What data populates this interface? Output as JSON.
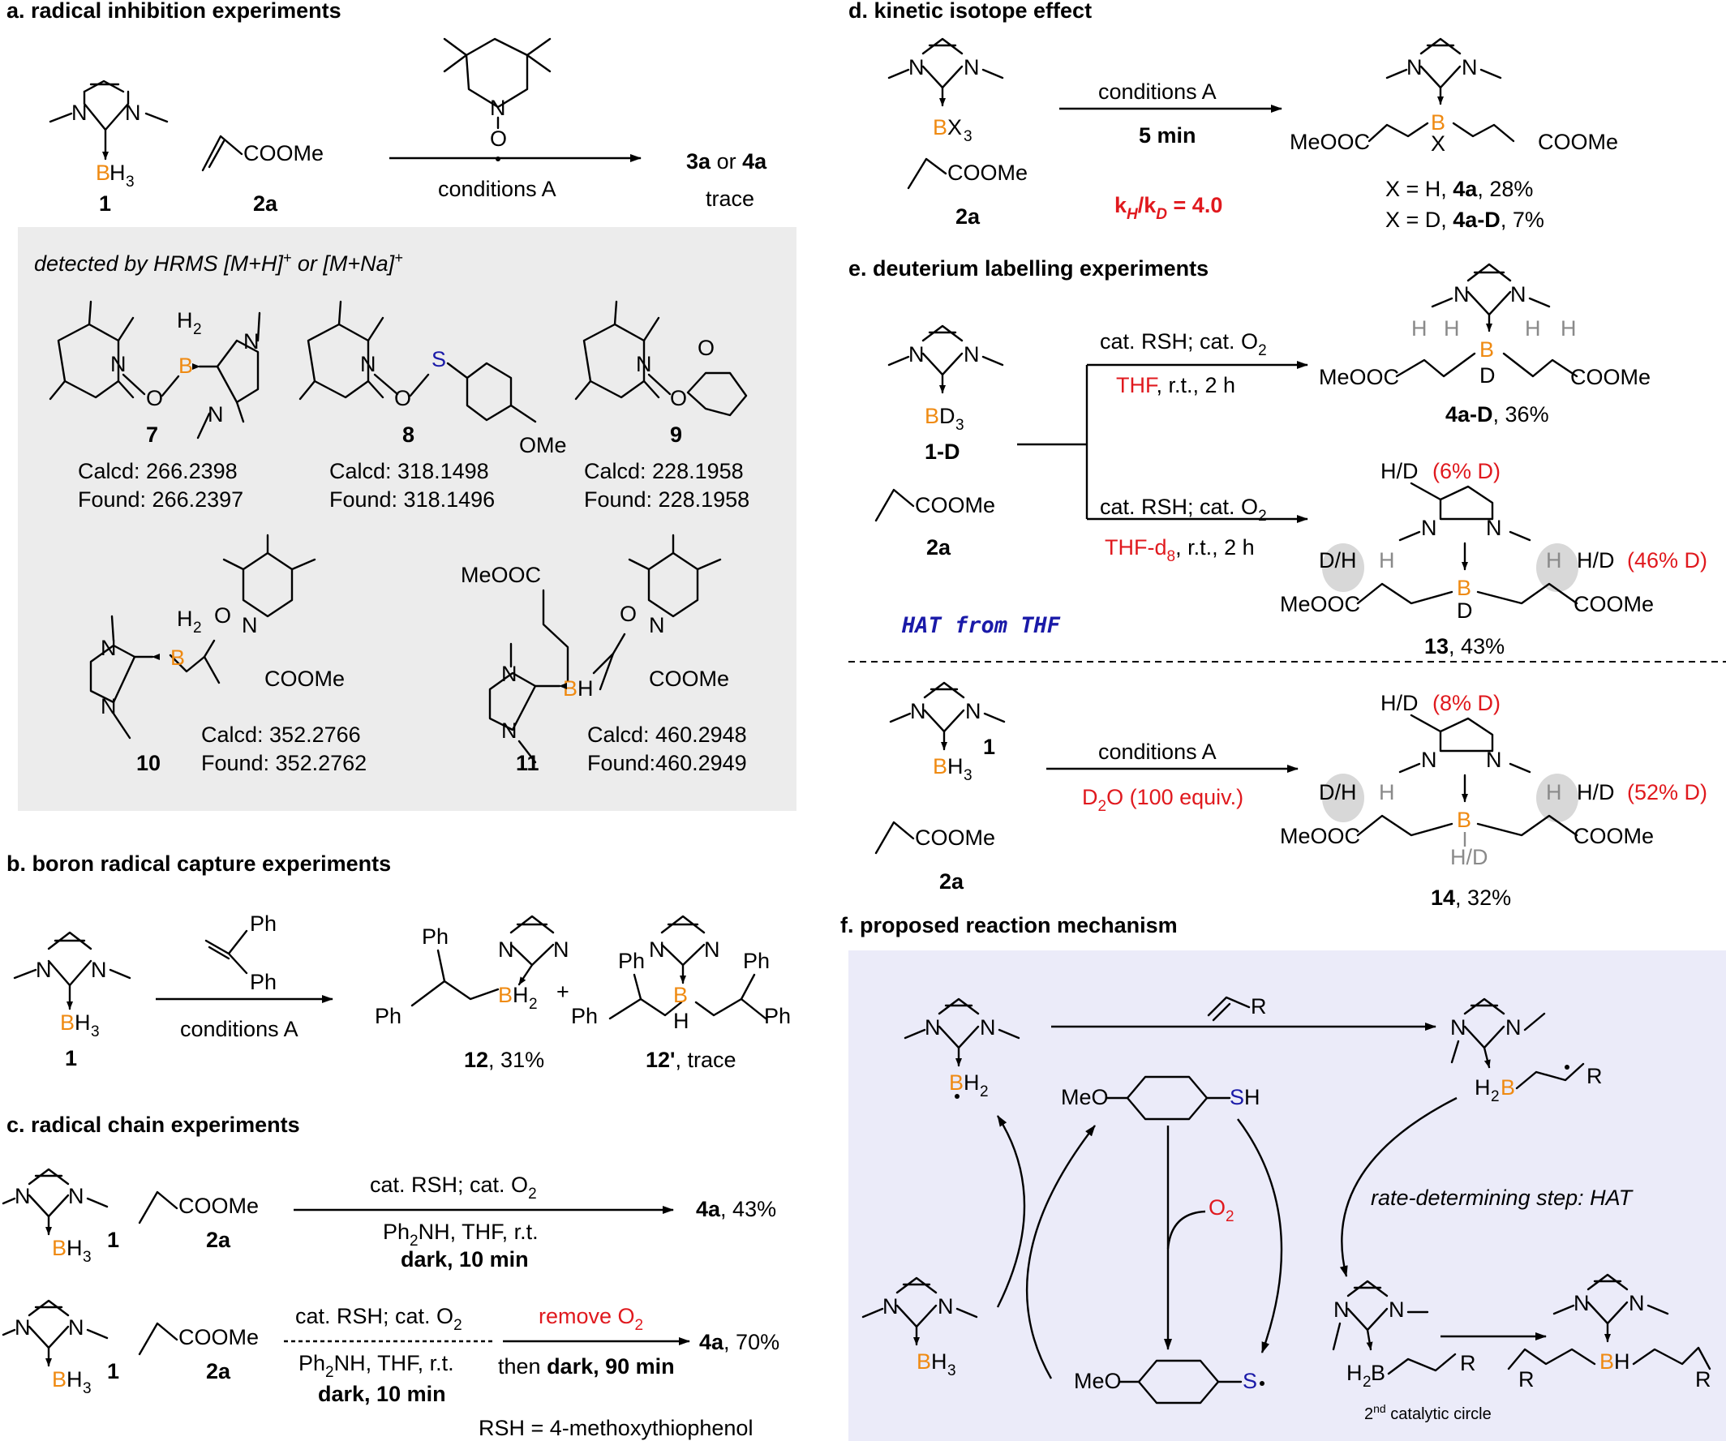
{
  "panels": {
    "a": {
      "heading": "a. radical inhibition experiments",
      "reagent_label": "1",
      "alkene": "COOMe",
      "alkene_label": "2a",
      "condition": "conditions A",
      "product_a": "3a",
      "product_or": "or",
      "product_b": "4a",
      "product_result": "trace",
      "detected": "detected by HRMS [M+H]",
      "detected_sup1": "+",
      "detected_or": " or [M+Na]",
      "detected_sup2": "+",
      "compounds": [
        {
          "label": "7",
          "calcd": "Calcd: 266.2398",
          "found": "Found: 266.2397"
        },
        {
          "label": "8",
          "calcd": "Calcd: 318.1498",
          "found": "Found: 318.1496"
        },
        {
          "label": "9",
          "calcd": "Calcd: 228.1958",
          "found": "Found: 228.1958"
        },
        {
          "label": "10",
          "calcd": "Calcd: 352.2766",
          "found": "Found: 352.2762"
        },
        {
          "label": "11",
          "calcd": "Calcd: 460.2948",
          "found": "Found:460.2949"
        }
      ],
      "ome": "OMe",
      "meoocc": "MeOOC"
    },
    "b": {
      "heading": "b. boron radical capture experiments",
      "reagent_label": "1",
      "ph": "Ph",
      "condition": "conditions A",
      "product1": "12",
      "product1_yield": ", 31%",
      "product2": "12'",
      "product2_yield": ", trace",
      "plus": "+"
    },
    "c": {
      "heading": "c. radical chain experiments",
      "row1": {
        "c1": "cat. RSH; cat. O",
        "c2": "Ph",
        "c2b": "NH, THF, r.t.",
        "c3": "dark",
        "c3b": ", 10 min",
        "product": "4a",
        "yield": ", 43%"
      },
      "row2": {
        "c1": "cat. RSH; cat. O",
        "c2": "Ph",
        "c2b": "NH, THF, r.t.",
        "c3": "dark",
        "c3b": ", 10 min",
        "d1": "remove O",
        "d2a": "then ",
        "d2b": "dark",
        "d2c": ", 90 min",
        "product": "4a",
        "yield": ", 70%"
      },
      "note": "RSH = 4-methoxythiophenol"
    },
    "d": {
      "heading": "d. kinetic isotope effect",
      "condition": "conditions A",
      "time": "5 min",
      "kie": "k",
      "kie_val": " = 4.0",
      "alkene_label": "2a",
      "result1_pre": "X = H, ",
      "result1_bold": "4a",
      "result1_post": ", 28%",
      "result2_pre": "X = D, ",
      "result2_bold": "4a-D",
      "result2_post": ", 7%"
    },
    "e": {
      "heading": "e. deuterium labelling experiments",
      "reagent_label": "1-D",
      "alkene_label": "2a",
      "top_cond1": "cat. RSH; cat. O",
      "top_cond2": "THF",
      "top_cond2b": ", r.t., 2 h",
      "top_product": "4a-D",
      "top_yield": ", 36%",
      "mid_cond1": "cat. RSH; cat. O",
      "mid_cond2": "THF-d",
      "mid_cond2b": ", r.t., 2 h",
      "mid_pct_top": "(6% D)",
      "mid_pct_side": "(46% D)",
      "mid_product": "13",
      "mid_yield": ", 43%",
      "hat": "HAT from THF",
      "bot_label": "1",
      "bot_alkene_label": "2a",
      "bot_cond1": "conditions A",
      "bot_cond2": "O (100 equiv.)",
      "bot_pct_top": "(8% D)",
      "bot_pct_side": "(52% D)",
      "bot_product": "14",
      "bot_yield": ", 32%"
    },
    "f": {
      "heading": "f. proposed reaction mechanism",
      "rds": "rate-determining step: HAT",
      "o2": "O",
      "second_circle": "catalytic circle",
      "second_sup": "nd",
      "second_num": "2",
      "r": "R"
    }
  },
  "colors": {
    "boron": "#ef8a12",
    "red": "#e0191e",
    "blue": "#1a1aa8",
    "panel_a_box": "#ececec",
    "panel_f_box": "#ebebf9"
  }
}
